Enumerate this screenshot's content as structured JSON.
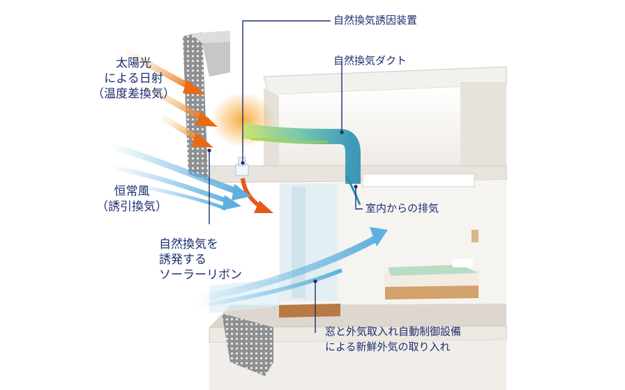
{
  "colors": {
    "leader_line": "#1c2e6e",
    "label_text": "#1c2e6e",
    "sun_arrow_start": "#f7e7a0",
    "sun_arrow_end": "#ea6a12",
    "wind_arrow": "#5fb0de",
    "warm_glow": "#f8b04a",
    "duct_green": "#a7d43a",
    "duct_blue": "#2a8fb4"
  },
  "labels": {
    "device": "自然換気誘因装置",
    "duct": "自然換気ダクト",
    "exhaust": "室内からの排気",
    "intake_line1": "窓と外気取入れ自動制御設備",
    "intake_line2": "による新鮮外気の取り入れ",
    "sun_line1": "太陽光",
    "sun_line2": "による日射",
    "sun_line3": "（温度差換気）",
    "wind_line1": "恒常風",
    "wind_line2": "（誘引換気）",
    "ribbon_line1": "自然換気を",
    "ribbon_line2": "誘発する",
    "ribbon_line3": "ソーラーリボン"
  }
}
